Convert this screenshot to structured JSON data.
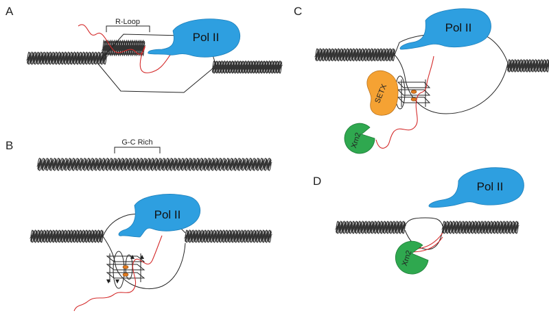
{
  "figure": {
    "panels": [
      {
        "letter": "A",
        "bracket_label": "R-Loop",
        "polymerase_label": "Pol II"
      },
      {
        "letter": "B",
        "bracket_label": "G-C Rich",
        "polymerase_label": "Pol II"
      },
      {
        "letter": "C",
        "polymerase_label": "Pol II",
        "helicase_label": "SETX",
        "exonuclease_label": "Xrn2"
      },
      {
        "letter": "D",
        "polymerase_label": "Pol II",
        "exonuclease_label": "Xrn2"
      }
    ]
  },
  "colors": {
    "pol_ii": "#2e9fe0",
    "setx": "#f5a233",
    "xrn2": "#2fa84f",
    "rna": "#d42a2a",
    "dna": "#333333",
    "nucleotide": "#e07a1f"
  },
  "icons": {
    "pol_ii": "pol-ii-blob",
    "setx": "setx-blob",
    "xrn2": "pacman-exonuclease",
    "dna": "double-helix",
    "g_quadruplex": "g-quadruplex-stack"
  }
}
